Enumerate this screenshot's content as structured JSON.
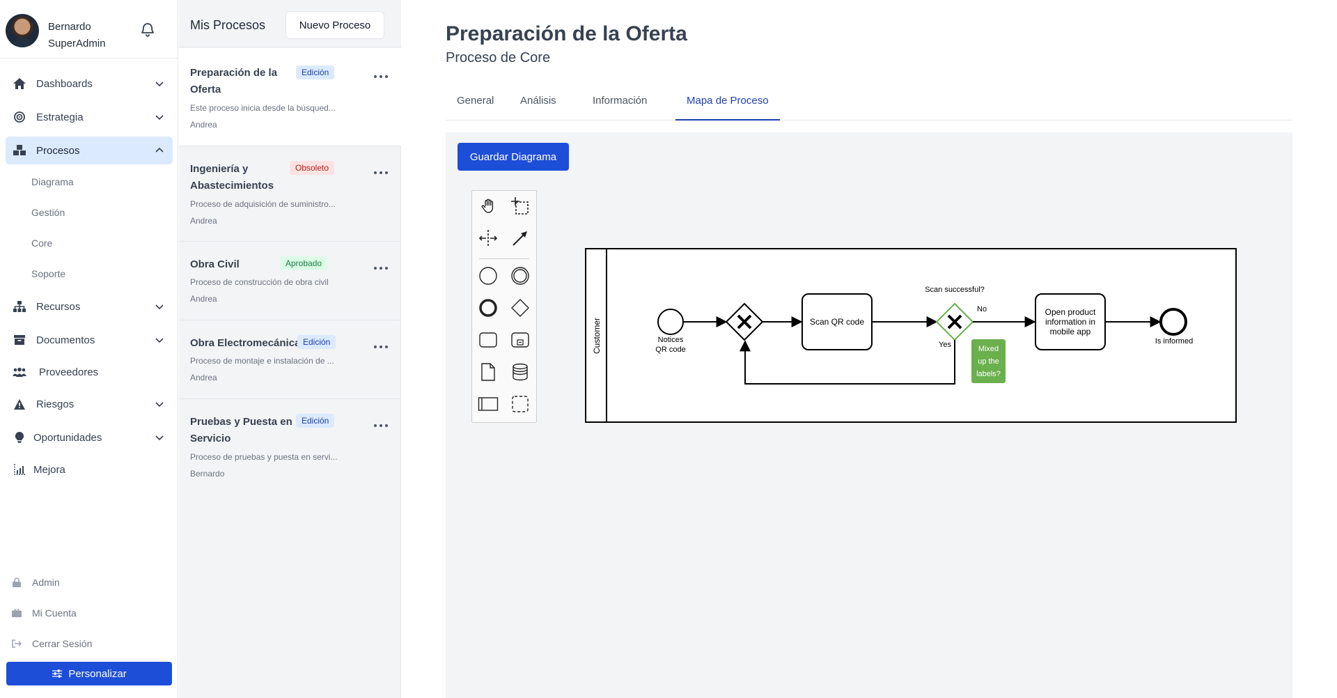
{
  "user": {
    "name": "Bernardo",
    "role": "SuperAdmin"
  },
  "nav": {
    "items": [
      {
        "label": "Dashboards",
        "icon": "home-icon"
      },
      {
        "label": "Estrategia",
        "icon": "target-icon"
      },
      {
        "label": "Procesos",
        "icon": "cubes-icon"
      },
      {
        "label": "Recursos",
        "icon": "sitemap-icon"
      },
      {
        "label": "Documentos",
        "icon": "archive-icon"
      },
      {
        "label": "Proveedores",
        "icon": "users-icon"
      },
      {
        "label": "Riesgos",
        "icon": "warning-icon"
      },
      {
        "label": "Oportunidades",
        "icon": "lightbulb-icon"
      },
      {
        "label": "Mejora",
        "icon": "chart-icon"
      }
    ],
    "sub_items": [
      "Diagrama",
      "Gestión",
      "Core",
      "Soporte"
    ],
    "bottom": [
      {
        "label": "Admin",
        "icon": "lock-icon"
      },
      {
        "label": "Mi Cuenta",
        "icon": "briefcase-icon"
      },
      {
        "label": "Cerrar Sesión",
        "icon": "logout-icon"
      }
    ],
    "personalize": "Personalizar"
  },
  "process_list": {
    "title": "Mis Procesos",
    "new_button": "Nuevo Proceso",
    "cards": [
      {
        "title": "Preparación de la Oferta",
        "badge": "Edición",
        "desc": "Este proceso inicia desde la búsqued...",
        "owner": "Andrea"
      },
      {
        "title": "Ingeniería y Abastecimientos",
        "badge": "Obsoleto",
        "desc": "Proceso de adquisición de suministro...",
        "owner": "Andrea"
      },
      {
        "title": "Obra Civil",
        "badge": "Aprobado",
        "desc": "Proceso de construcción de obra civil",
        "owner": "Andrea"
      },
      {
        "title": "Obra Electromecánica",
        "badge": "Edición",
        "desc": "Proceso de montaje e instalación de ...",
        "owner": "Andrea"
      },
      {
        "title": "Pruebas y Puesta en Servicio",
        "badge": "Edición",
        "desc": "Proceso de pruebas y puesta en servi...",
        "owner": "Bernardo"
      }
    ]
  },
  "main": {
    "title": "Preparación de la Oferta",
    "subtitle": "Proceso de Core",
    "tabs": [
      "General",
      "Análisis",
      "Información",
      "Mapa de Proceso"
    ],
    "save_button": "Guardar Diagrama"
  },
  "diagram": {
    "pool": "Customer",
    "start_label_1": "Notices",
    "start_label_2": "QR code",
    "task_scan": "Scan QR code",
    "gateway_question": "Scan successful?",
    "flow_no": "No",
    "flow_yes": "Yes",
    "task_open_1": "Open product",
    "task_open_2": "information in",
    "task_open_3": "mobile app",
    "end_label": "Is informed",
    "note_1": "Mixed",
    "note_2": "up the",
    "note_3": "labels?",
    "note_color": "#6ab04c"
  },
  "colors": {
    "accent": "#1d4ed8",
    "active_nav": "#dbeafe",
    "canvas_bg": "#f3f4f6"
  }
}
